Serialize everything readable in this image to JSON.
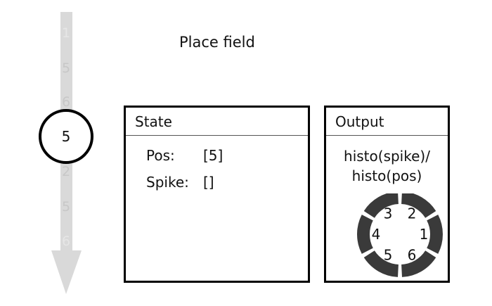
{
  "title": "Place field",
  "track": {
    "current_value": "5",
    "labels": [
      "1",
      "5",
      "6",
      "2",
      "5",
      "6"
    ],
    "colors": {
      "track": "#d9d9d9",
      "label": "#c7c7c7",
      "faded_label": "#e6e6e6",
      "current_ring": "#000000"
    }
  },
  "state_panel": {
    "title": "State",
    "rows": [
      {
        "label": "Pos:",
        "value": "[5]"
      },
      {
        "label": "Spike:",
        "value": "[]"
      }
    ]
  },
  "output_panel": {
    "title": "Output",
    "formula_line1": "histo(spike)/",
    "formula_line2": "histo(pos)",
    "wheel": {
      "segments": [
        "1",
        "2",
        "3",
        "4",
        "5",
        "6"
      ],
      "fill_color": "#3a3a3a"
    }
  }
}
